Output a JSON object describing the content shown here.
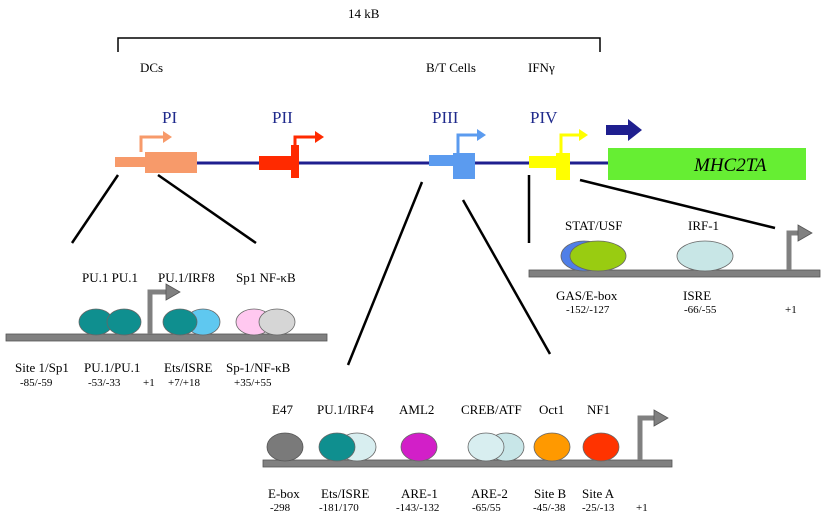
{
  "header": {
    "span_label": "14 kB",
    "cell_types": {
      "dcs": "DCs",
      "bt": "B/T Cells",
      "ifn": "IFNγ"
    }
  },
  "promoters": {
    "pi": "PI",
    "pii": "PII",
    "piii": "PIII",
    "piv": "PIV"
  },
  "gene": {
    "name": "MHC2TA"
  },
  "colors": {
    "backbone": "#1f1f8f",
    "pi": "#f79a6a",
    "pii": "#ff2a00",
    "piii": "#5b9bef",
    "piv": "#ffff00",
    "gene": "#66ee33",
    "arrow_big": "#1f1f8f",
    "line": "#808080",
    "teal": "#0f8f8f",
    "light_blue": "#5fc8f0",
    "pink": "#ffc8f0",
    "light_gray": "#d6d6d6",
    "dark_gray": "#7a7a7a",
    "pale_cyan": "#d8eef0",
    "mid_cyan": "#c8e6e8",
    "magenta": "#d21fc8",
    "orange": "#ff9900",
    "red_orange": "#ff3300",
    "blue_stat": "#4f7fe8",
    "green_usf": "#99cc11",
    "irf_cyan": "#c8e6e6"
  },
  "pi_detail": {
    "factors": [
      "PU.1 PU.1",
      "PU.1/IRF8",
      "Sp1 NF-κB"
    ],
    "sites": [
      {
        "name": "Site 1/Sp1",
        "pos": "-85/-59"
      },
      {
        "name": "PU.1/PU.1",
        "pos": "-53/-33"
      },
      {
        "name": "",
        "pos": "+1"
      },
      {
        "name": "Ets/ISRE",
        "pos": "+7/+18"
      },
      {
        "name": "Sp-1/NF-κB",
        "pos": "+35/+55"
      }
    ]
  },
  "piv_detail": {
    "factors": [
      "STAT/USF",
      "IRF-1"
    ],
    "sites": [
      {
        "name": "GAS/E-box",
        "pos": "-152/-127"
      },
      {
        "name": "ISRE",
        "pos": "-66/-55"
      },
      {
        "name": "",
        "pos": "+1"
      }
    ]
  },
  "piii_detail": {
    "factors": [
      "E47",
      "PU.1/IRF4",
      "AML2",
      "CREB/ATF",
      "Oct1",
      "NF1"
    ],
    "sites": [
      {
        "name": "E-box",
        "pos": "-298"
      },
      {
        "name": "Ets/ISRE",
        "pos": "-181/170"
      },
      {
        "name": "ARE-1",
        "pos": "-143/-132"
      },
      {
        "name": "ARE-2",
        "pos": "-65/55"
      },
      {
        "name": "Site B",
        "pos": "-45/-38"
      },
      {
        "name": "Site A",
        "pos": "-25/-13"
      },
      {
        "name": "",
        "pos": "+1"
      }
    ]
  }
}
